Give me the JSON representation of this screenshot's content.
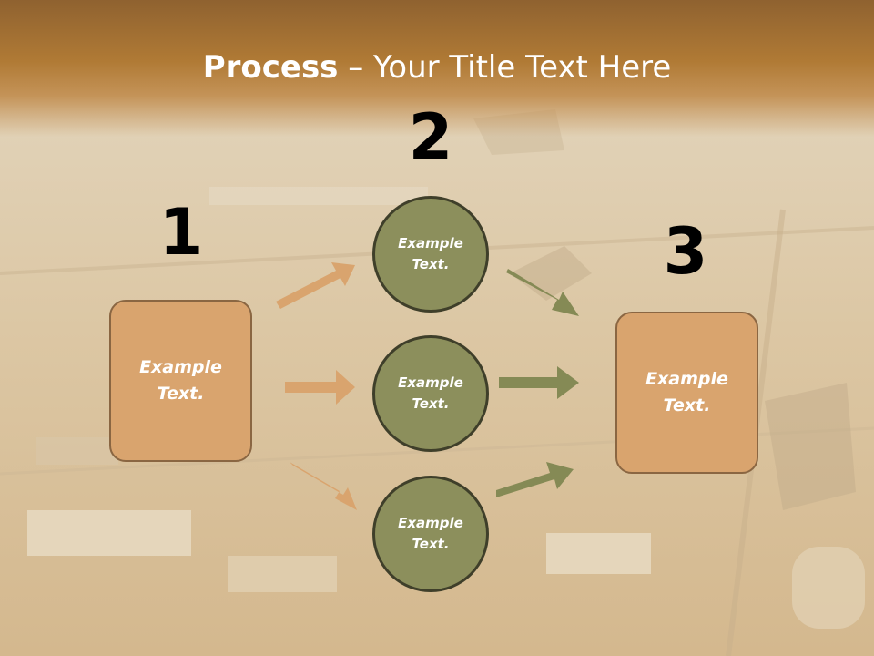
{
  "title": {
    "bold": "Process",
    "rest": " – Your Title Text Here"
  },
  "steps": [
    {
      "number": "1"
    },
    {
      "number": "2"
    },
    {
      "number": "3"
    }
  ],
  "left_box": {
    "text": "Example\nText."
  },
  "right_box": {
    "text": "Example\nText."
  },
  "circles": [
    {
      "text": "Example\nText."
    },
    {
      "text": "Example\nText."
    },
    {
      "text": "Example\nText."
    }
  ],
  "colors": {
    "box_fill": "#d9a46e",
    "circle_fill": "#8c8f5c",
    "tan_arrow": "#d9a46e",
    "olive_arrow": "#858a55"
  }
}
